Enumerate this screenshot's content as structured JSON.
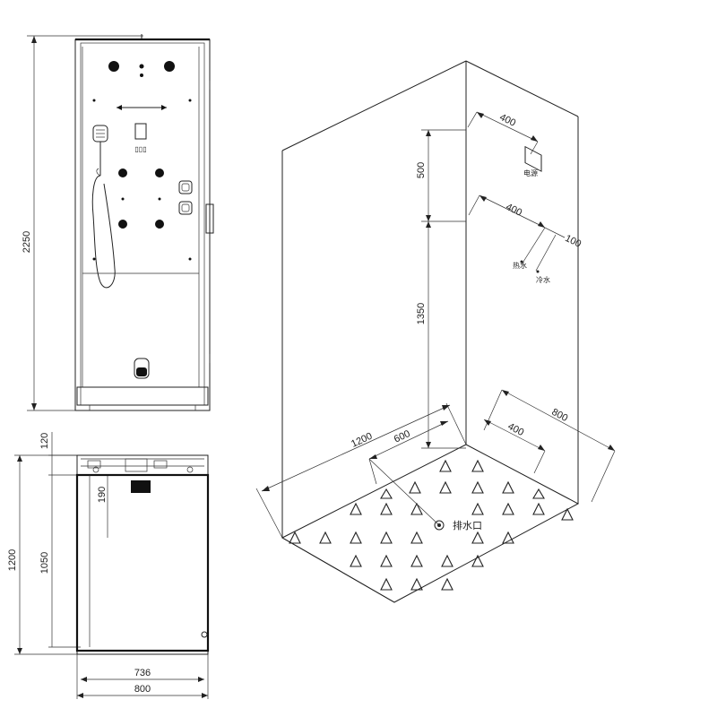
{
  "front_view": {
    "height_dim": "2250"
  },
  "plan_view": {
    "dims": {
      "top_gap": "120",
      "panel_depth": "190",
      "inner_depth": "1050",
      "total_depth": "1200",
      "inner_width": "736",
      "total_width": "800"
    }
  },
  "iso_view": {
    "dims": {
      "wall_height_upper": "500",
      "wall_height_lower": "1350",
      "power_offset": "400",
      "water_offset": "400",
      "water_spacing": "100",
      "floor_length": "1200",
      "drain_offset_long": "600",
      "floor_width": "800",
      "drain_offset_short": "400"
    },
    "labels": {
      "power": "电源",
      "hot_water": "热水",
      "cold_water": "冷水",
      "drain": "排水口"
    }
  },
  "icons": [
    "shower-head-icon",
    "massage-jet-icon",
    "control-button-icon",
    "foot-rest-icon",
    "triangle-antislip-icon",
    "drain-icon"
  ]
}
